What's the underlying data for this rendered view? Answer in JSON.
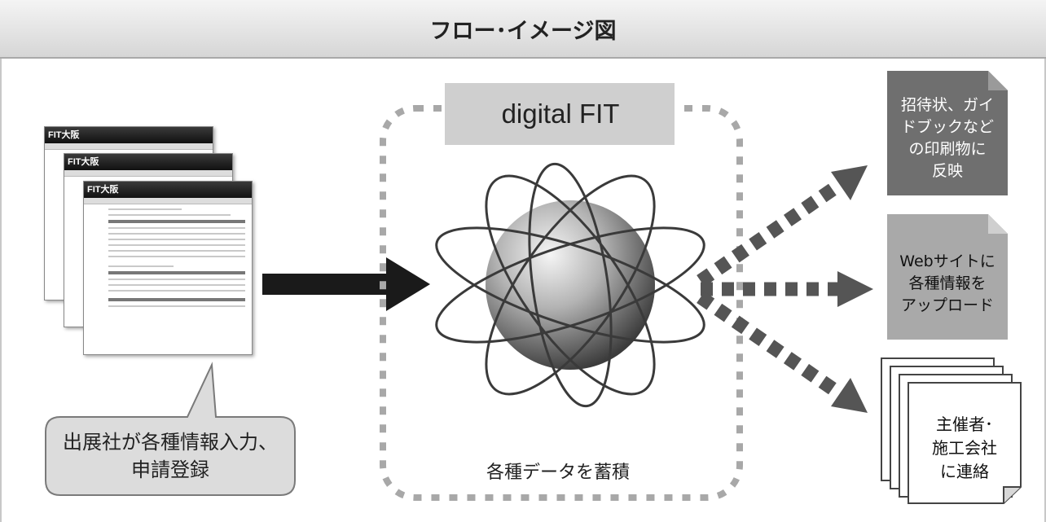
{
  "header": {
    "title": "フロー･イメージ図"
  },
  "screens": {
    "site_name": "FIT大阪"
  },
  "callout": {
    "line1": "出展社が各種情報入力、",
    "line2": "申請登録"
  },
  "center": {
    "label": "digital FIT",
    "storage": "各種データを蓄積"
  },
  "outputs": [
    {
      "lines": [
        "招待状、ガイ",
        "ドブックなど",
        "の印刷物に",
        "反映"
      ]
    },
    {
      "lines": [
        "Webサイトに",
        "各種情報を",
        "アップロード"
      ]
    },
    {
      "lines": [
        "主催者･",
        "施工会社",
        "に連絡"
      ]
    }
  ]
}
